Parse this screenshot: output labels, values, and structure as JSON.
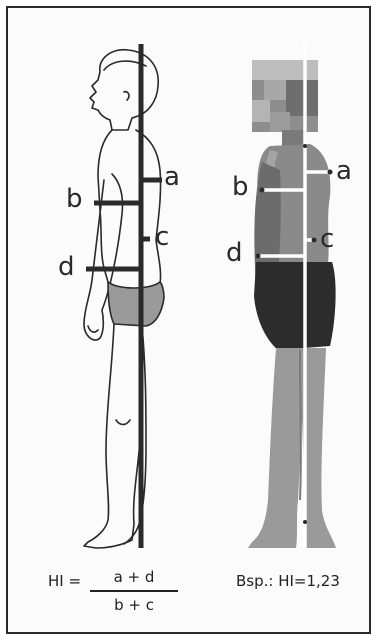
{
  "labels": {
    "left": {
      "a": "a",
      "b": "b",
      "c": "c",
      "d": "d"
    },
    "right": {
      "a": "a",
      "b": "b",
      "c": "c",
      "d": "d"
    }
  },
  "formula": {
    "lhs": "HI =",
    "numerator": "a + d",
    "denominator": "b + c"
  },
  "example": "Bsp.: HI=1,23"
}
